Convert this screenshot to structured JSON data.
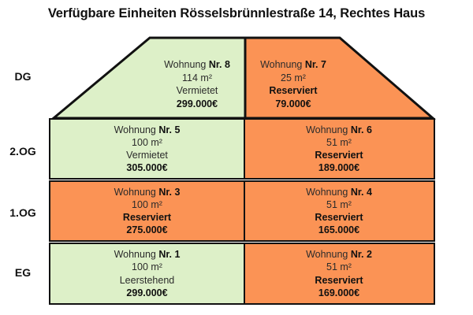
{
  "title": "Verfügbare Einheiten Rösselsbrünnlestraße 14, Rechtes Haus",
  "colors": {
    "available_green": "#ddf0c8",
    "reserved_orange": "#fb9355",
    "outline": "#111111",
    "background": "#ffffff"
  },
  "legend_terms": {
    "unit_word": "Wohnung",
    "number_abbrev": "Nr.",
    "area_unit": "m²",
    "currency": "€"
  },
  "floors": [
    {
      "label": "DG",
      "units": [
        {
          "side": "left",
          "unit_prefix": "Wohnung ",
          "unit_number": "Nr. 8",
          "area": "114 m²",
          "status": "Vermietet",
          "status_bold": false,
          "price": "299.000€",
          "color": "#ddf0c8"
        },
        {
          "side": "right",
          "unit_prefix": "Wohnung ",
          "unit_number": "Nr. 7",
          "area": "25 m²",
          "status": "Reserviert",
          "status_bold": true,
          "price": "79.000€",
          "color": "#fb9355"
        }
      ]
    },
    {
      "label": "2.OG",
      "units": [
        {
          "side": "left",
          "unit_prefix": "Wohnung ",
          "unit_number": "Nr. 5",
          "area": "100 m²",
          "status": "Vermietet",
          "status_bold": false,
          "price": "305.000€",
          "color": "#ddf0c8"
        },
        {
          "side": "right",
          "unit_prefix": "Wohnung ",
          "unit_number": "Nr. 6",
          "area": "51 m²",
          "status": "Reserviert",
          "status_bold": true,
          "price": "189.000€",
          "color": "#fb9355"
        }
      ]
    },
    {
      "label": "1.OG",
      "units": [
        {
          "side": "left",
          "unit_prefix": "Wohnung ",
          "unit_number": "Nr. 3",
          "area": "100 m²",
          "status": "Reserviert",
          "status_bold": true,
          "price": "275.000€",
          "color": "#fb9355"
        },
        {
          "side": "right",
          "unit_prefix": "Wohnung ",
          "unit_number": "Nr. 4",
          "area": "51 m²",
          "status": "Reserviert",
          "status_bold": true,
          "price": "165.000€",
          "color": "#fb9355"
        }
      ]
    },
    {
      "label": "EG",
      "units": [
        {
          "side": "left",
          "unit_prefix": "Wohnung ",
          "unit_number": "Nr. 1",
          "area": "100 m²",
          "status": "Leerstehend",
          "status_bold": false,
          "price": "299.000€",
          "color": "#ddf0c8"
        },
        {
          "side": "right",
          "unit_prefix": "Wohnung ",
          "unit_number": "Nr. 2",
          "area": "51 m²",
          "status": "Reserviert",
          "status_bold": true,
          "price": "169.000€",
          "color": "#fb9355"
        }
      ]
    }
  ]
}
